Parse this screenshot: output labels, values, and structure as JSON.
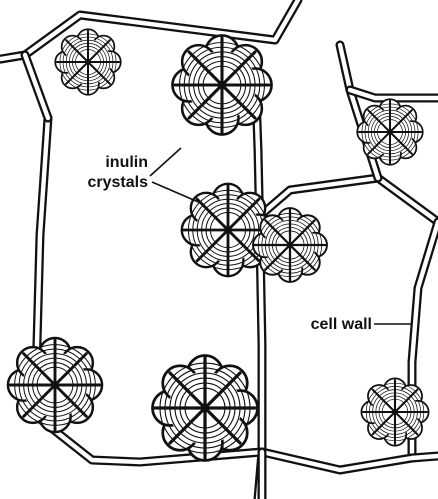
{
  "labels": {
    "crystals_line1": "inulin",
    "crystals_line2": "crystals",
    "cell_wall": "cell wall"
  },
  "colors": {
    "ink": "#111111",
    "paper": "#ffffff"
  }
}
